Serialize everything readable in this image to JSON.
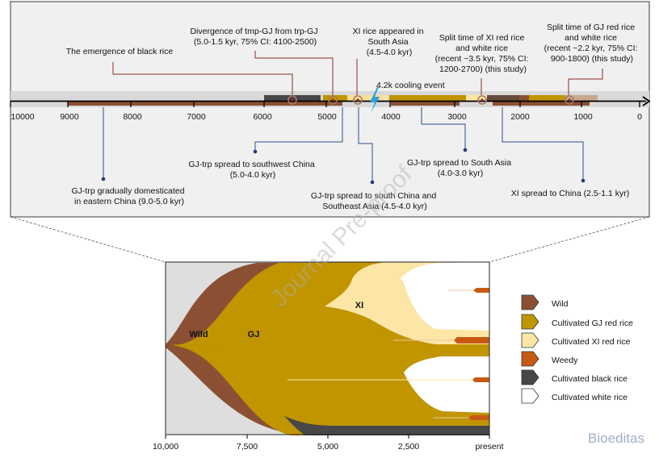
{
  "timeline": {
    "axis_ticks": [
      "10000",
      "9000",
      "8000",
      "7000",
      "6000",
      "5000",
      "4000",
      "3000",
      "2000",
      "1000",
      "0"
    ],
    "events_above": [
      {
        "lines": [
          "The emergence of black rice"
        ]
      },
      {
        "lines": [
          "Divergence of tmp-GJ from trp-GJ",
          "(5.0-1.5 kyr, 75% CI: 4100-2500)"
        ]
      },
      {
        "lines": [
          "XI rice appeared in",
          "South Asia",
          "(4.5-4.0 kyr)"
        ]
      },
      {
        "lines": [
          "Split time of XI red rice",
          "and white rice",
          "(recent ~3.5 kyr, 75% CI:",
          "1200-2700) (this study)"
        ]
      },
      {
        "lines": [
          "Split time of GJ red rice",
          "and white rice",
          "(recent ~2.2 kyr, 75% CI:",
          "900-1800) (this study)"
        ]
      }
    ],
    "cooling_label": "4.2k cooling event",
    "events_below": [
      {
        "lines": [
          "GJ-trp gradually domesticated",
          "in eastern China (9.0-5.0 kyr)"
        ]
      },
      {
        "lines": [
          "GJ-trp spread to southwest China",
          "(5.0-4.0 kyr)"
        ]
      },
      {
        "lines": [
          "GJ-trp spread to south China and",
          "Southeast Asia (4.5-4.0 kyr)"
        ]
      },
      {
        "lines": [
          "GJ-trp spread to South Asia",
          "(4.0-3.0 kyr)"
        ]
      },
      {
        "lines": [
          "XI spread to China (2.5-1.1 kyr)"
        ]
      }
    ]
  },
  "tree": {
    "labels": {
      "wild": "Wild",
      "gj": "GJ",
      "xi": "XI"
    },
    "axis_ticks": [
      "10,000",
      "7,500",
      "5,000",
      "2,500",
      "present"
    ]
  },
  "legend": [
    {
      "label": "Wild",
      "color": "#8B5034"
    },
    {
      "label": "Cultivated GJ red rice",
      "color": "#C09500"
    },
    {
      "label": "Cultivated XI red rice",
      "color": "#FCE6A6"
    },
    {
      "label": "Weedy",
      "color": "#C75A12"
    },
    {
      "label": "Cultivated black rice",
      "color": "#474747"
    },
    {
      "label": "Cultivated white rice",
      "color": "#FFFFFF"
    }
  ],
  "watermark": "Journal Pre-proof",
  "brand": "Bioeditas",
  "colors": {
    "wild": "#8B5034",
    "gj": "#C09500",
    "xi": "#FCE6A6",
    "weedy": "#C75A12",
    "black": "#474747",
    "panel_bg": "#F0F0F0",
    "tree_bg": "#DEDEDE",
    "leader_red": "#8B2A2A",
    "leader_blue": "#2B4E8C",
    "dot_blue": "#1F3C78",
    "cooling": "#2BA0E0"
  }
}
